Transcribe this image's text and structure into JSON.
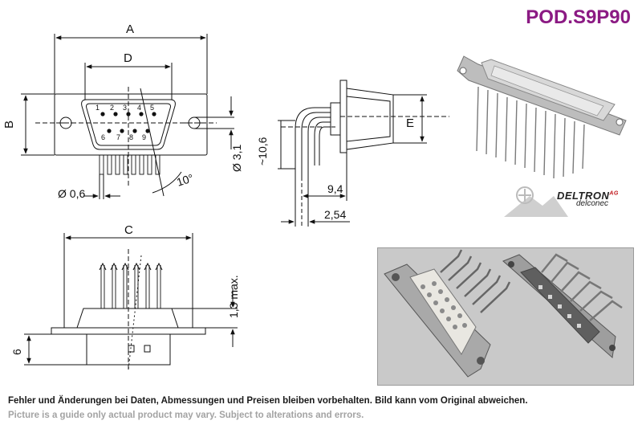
{
  "product_code": "POD.S9P90",
  "dimensions": {
    "a": "A",
    "b": "B",
    "c": "C",
    "d": "D",
    "e": "E",
    "pin_diameter": "Ø 0,6",
    "hole_diameter": "Ø 3,1",
    "angle": "10°",
    "height_bend": "~10,6",
    "pitch_94": "9,4",
    "pitch_254": "2,54",
    "max_height": "1,3 max.",
    "six": "6"
  },
  "pin_numbers_top": [
    "1",
    "2",
    "3",
    "4",
    "5"
  ],
  "pin_numbers_bottom": [
    "6",
    "7",
    "8",
    "9"
  ],
  "brand": {
    "name_part1": "DELTRON",
    "suffix": "AG",
    "sub": "delconec"
  },
  "disclaimer_de": "Fehler und Änderungen bei Daten, Abmessungen und Preisen bleiben vorbehalten. Bild kann vom Original abweichen.",
  "disclaimer_en": "Picture is a guide only actual product may vary. Subject to alterations and errors.",
  "colors": {
    "product_code": "#8b1a83",
    "brand_accent": "#c0161b",
    "disclaimer_en": "#a3a3a3"
  }
}
